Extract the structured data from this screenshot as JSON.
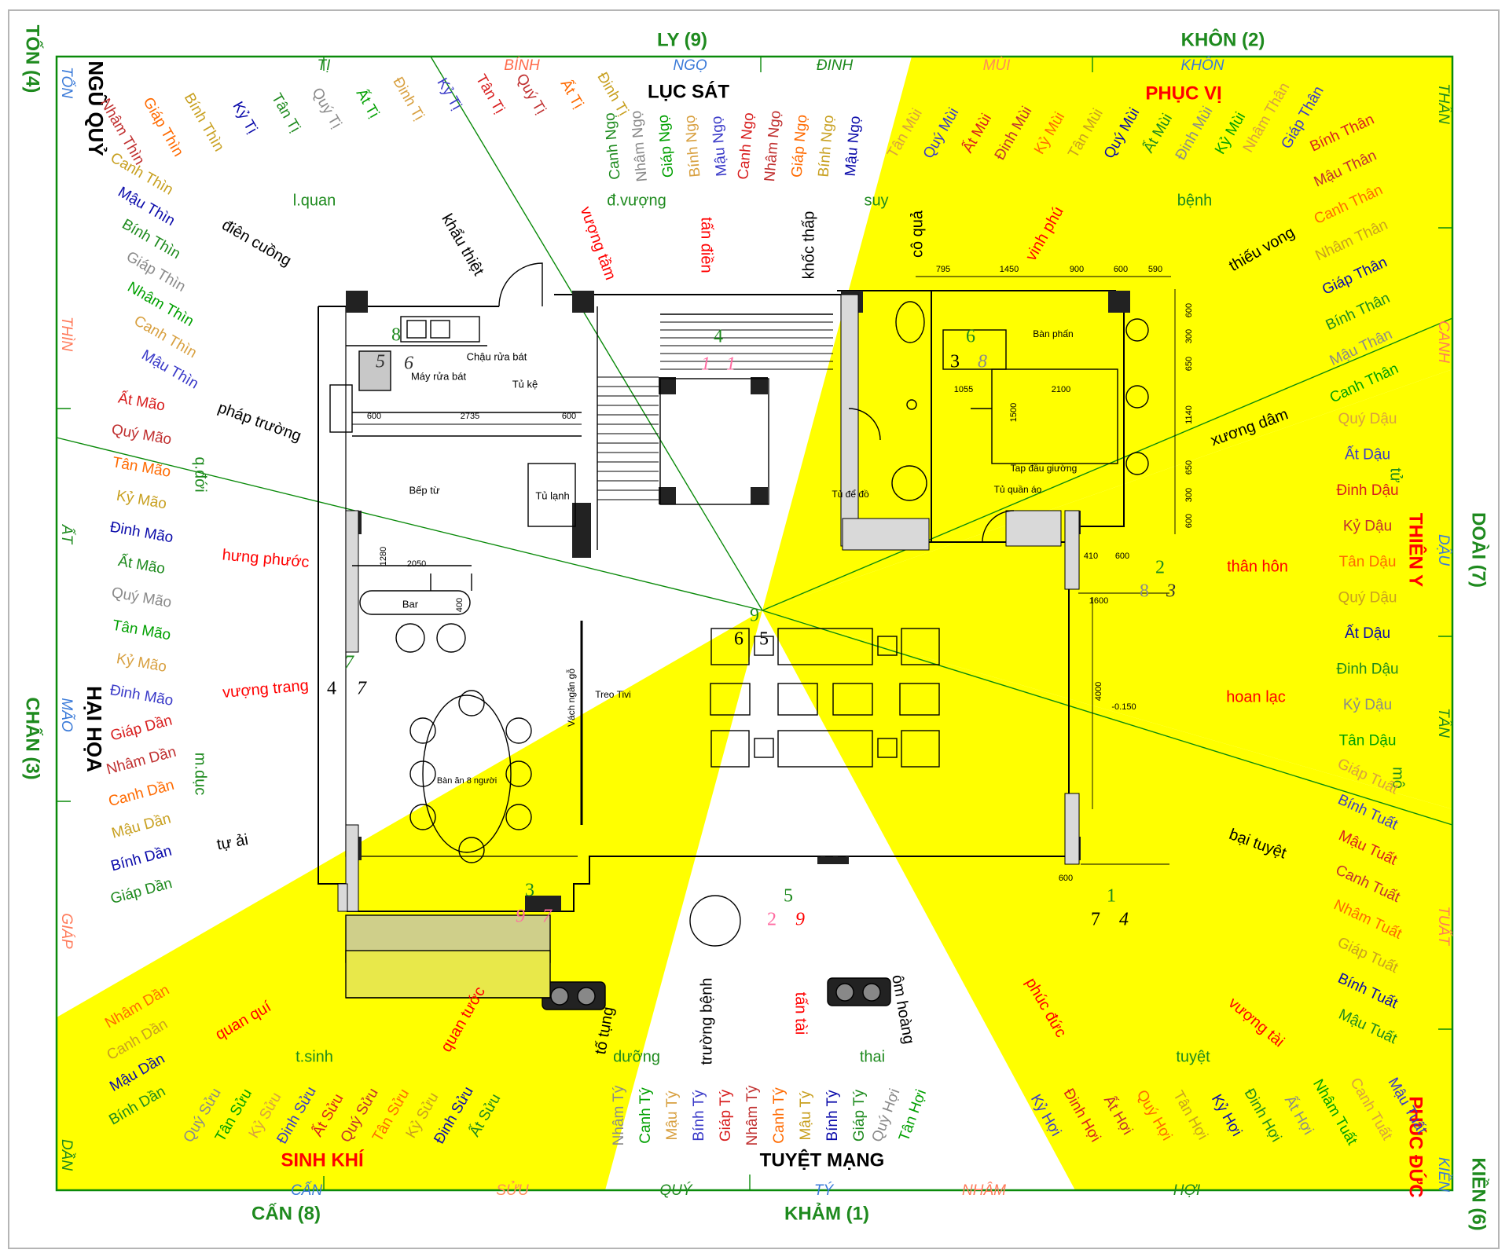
{
  "trigrams": {
    "ly": "LY (9)",
    "khon": "KHÔN (2)",
    "doai": "DOÀI (7)",
    "kien": "KIỀN (6)",
    "kham": "KHẢM (1)",
    "can": "CẤN (8)",
    "chan": "CHẤN (3)",
    "ton": "TỐN (4)"
  },
  "stars": {
    "luc_sat": "LỤC SÁT",
    "phuc_vi": "PHỤC VỊ",
    "thien_y": "THIÊN Y",
    "phuc_duc": "PHÚC ĐỨC",
    "tuyet_mang": "TUYỆT MẠNG",
    "sinh_khi": "SINH KHÍ",
    "hai_hoa": "HẠI HỌA",
    "ngu_quy": "NGŨ QUỶ"
  },
  "mountains": {
    "ti": "TỊ",
    "binh": "BÍNH",
    "ngo": "NGỌ",
    "dinh": "ĐINH",
    "mui": "MÙI",
    "khon": "KHÔN",
    "than": "THÂN",
    "canh": "CANH",
    "dau": "DẬU",
    "tan": "TÂN",
    "tuat": "TUẤT",
    "kien": "KIỀN",
    "hoi": "HỢI",
    "nham": "NHÂM",
    "ty": "TÝ",
    "quy": "QUÝ",
    "suu": "SỬU",
    "can": "CẤN",
    "dan": "DẦN",
    "giap": "GIÁP",
    "mao": "MÃO",
    "at": "ẤT",
    "thin": "THÌN",
    "ton": "TỐN"
  },
  "stages": {
    "l_quan": "l.quan",
    "d_vuong": "đ.vượng",
    "suy": "suy",
    "benh": "bệnh",
    "tu": "tử",
    "mo": "mộ",
    "tuyet": "tuyệt",
    "thai": "thai",
    "duong": "dưỡng",
    "t_sinh": "t.sinh",
    "m_duc": "m.dục",
    "q_doi": "q.đới"
  },
  "luck": {
    "dien_cuong": "điên cuồng",
    "khau_thiet": "khẩu thiệt",
    "vuong_tam": "vượng tầm",
    "tan_dien": "tấn điền",
    "khoc_thap": "khốc thấp",
    "co_qua": "cô quả",
    "vinh_phu": "vinh phú",
    "thieu_vong": "thiếu vong",
    "xuong_dam": "xương dâm",
    "than_hon": "thân hôn",
    "hoan_lac": "hoan lạc",
    "bai_tuyet": "bại tuyệt",
    "vuong_tai": "vượng tài",
    "phuc_duc": "phúc đức",
    "om_hoang": "ôm hoàng",
    "tan_tai": "tấn tài",
    "truong_benh": "trường bệnh",
    "to_tung": "tố tụng",
    "quan_tuoc": "quan tước",
    "quan_qui": "quan quí",
    "tu_ai": "tự ải",
    "vuong_trang": "vượng trang",
    "hung_phuoc": "hưng phước",
    "phap_truong": "pháp trường"
  },
  "rays": {
    "top_left": [
      "Nhâm Thìn",
      "Giáp Thìn",
      "Bính Thìn",
      "Kỷ Tị",
      "Tân Tị",
      "Quý Tị",
      "Ất Tị",
      "Đinh Tị",
      "Kỷ Tị",
      "Tân Tị",
      "Quý Tị",
      "Ất Tị",
      "Đinh Tị"
    ],
    "top_center": [
      "Canh Ngọ",
      "Nhâm Ngọ",
      "Giáp Ngọ",
      "Bính Ngọ",
      "Mậu Ngọ",
      "Canh Ngọ",
      "Nhâm Ngọ",
      "Giáp Ngọ",
      "Bính Ngọ",
      "Mậu Ngọ"
    ],
    "top_right": [
      "Tân Mùi",
      "Quý Mùi",
      "Ất Mùi",
      "Đinh Mùi",
      "Kỷ Mùi",
      "Tân Mùi",
      "Quý Mùi",
      "Ất Mùi",
      "Đinh Mùi",
      "Kỷ Mùi",
      "Nhâm Thân",
      "Giáp Thân"
    ],
    "left": [
      "Canh Thìn",
      "Mậu Thìn",
      "Bính Thìn",
      "Giáp Thìn",
      "Nhâm Thìn",
      "Canh Thìn",
      "Mậu Thìn",
      "Ất Mão",
      "Quý Mão",
      "Tân Mão",
      "Kỷ Mão",
      "Đinh Mão",
      "Ất Mão",
      "Quý Mão",
      "Tân Mão",
      "Kỷ Mão",
      "Đinh Mão",
      "Giáp Dần",
      "Nhâm Dần",
      "Canh Dần",
      "Mậu Dần",
      "Bính Dần",
      "Giáp Dần"
    ],
    "right": [
      "Bính Thân",
      "Mậu Thân",
      "Canh Thân",
      "Nhâm Thân",
      "Giáp Thân",
      "Bính Thân",
      "Mậu Thân",
      "Canh Thân",
      "Quý Dậu",
      "Ất Dậu",
      "Đinh Dậu",
      "Kỷ Dậu",
      "Tân Dậu",
      "Quý Dậu",
      "Ất Dậu",
      "Đinh Dậu",
      "Kỷ Dậu",
      "Tân Dậu",
      "Giáp Tuất",
      "Bính Tuất",
      "Mậu Tuất",
      "Canh Tuất",
      "Nhâm Tuất",
      "Giáp Tuất",
      "Bính Tuất",
      "Mậu Tuất"
    ],
    "bottom_left": [
      "Nhâm Dần",
      "Canh Dần",
      "Mậu Dần",
      "Bính Dần",
      "Quý Sửu",
      "Tân Sửu",
      "Kỷ Sửu",
      "Đinh Sửu",
      "Ất Sửu",
      "Quý Sửu",
      "Tân Sửu",
      "Kỷ Sửu",
      "Đinh Sửu",
      "Ất Sửu"
    ],
    "bottom_center": [
      "Nhâm Tý",
      "Canh Tý",
      "Mậu Tý",
      "Bính Tý",
      "Giáp Tý",
      "Nhâm Tý",
      "Canh Tý",
      "Mậu Tý",
      "Bính Tý",
      "Giáp Tý",
      "Quý Hợi",
      "Tân Hợi"
    ],
    "bottom_right": [
      "Kỷ Hợi",
      "Đinh Hợi",
      "Ất Hợi",
      "Quý Hợi",
      "Tân Hợi",
      "Kỷ Hợi",
      "Đinh Hợi",
      "Ất Hợi",
      "Nhâm Tuất",
      "Canh Tuất",
      "Mậu Tuất"
    ]
  },
  "rooms": {
    "chau_rua_bat": "Chậu rửa bát",
    "may_rua_bat": "Máy rửa bát",
    "tu_ke": "Tủ kệ",
    "bep_tu": "Bếp từ",
    "tu_lanh": "Tủ lạnh",
    "bar": "Bar",
    "ban_an": "Bàn ăn 8 người",
    "vach_ngan_go": "Vách ngăn gỗ",
    "treo_tivi": "Treo Tivi",
    "ban_phan": "Bàn phấn",
    "tap_dau_giuong": "Tap đầu giường",
    "tu_quan_ao": "Tủ quần áo",
    "tu_de_do": "Tủ để đồ"
  },
  "dims": {
    "d600a": "600",
    "d2735": "2735",
    "d600b": "600",
    "d1280": "1280",
    "d2050": "2050",
    "d400": "400",
    "d795": "795",
    "d1450": "1450",
    "d900": "900",
    "d600c": "600",
    "d590": "590",
    "d1055": "1055",
    "d2100": "2100",
    "d1500": "1500",
    "d410": "410",
    "d600d": "600",
    "d1600": "1600",
    "d4000": "4000",
    "d600e": "600",
    "d600r1": "600",
    "d300r1": "300",
    "d650r1": "650",
    "d1140": "1140",
    "d650r2": "650",
    "d300r2": "300",
    "d600r2": "600",
    "level": "-0.150"
  },
  "flying_stars": {
    "n8": "8",
    "n5": "5",
    "n6": "6",
    "n4": "4",
    "n1a": "1",
    "n1b": "1",
    "n6b": "6",
    "n3": "3",
    "n8b": "8",
    "n9": "9",
    "n6c": "6",
    "n5c": "5",
    "n2": "2",
    "n8c": "8",
    "n3b": "3",
    "n7": "7",
    "n4b": "4",
    "n7b": "7",
    "n3c": "3",
    "n9c": "9",
    "n7c": "7",
    "n5b": "5",
    "n2b": "2",
    "n9b": "9",
    "n1c": "1",
    "n7d": "7",
    "n4c": "4"
  },
  "colors": {
    "yellow": "#ffff00",
    "trigram_green": "#1e8a1e",
    "star_red": "#ff0000",
    "ray_green": "#0a8a0a"
  }
}
